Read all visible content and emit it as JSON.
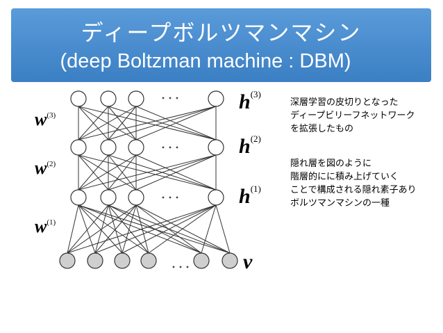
{
  "slide": {
    "title_jp": "ディープボルツマンマシン",
    "title_en": "(deep Boltzman machine : DBM)"
  },
  "diagram": {
    "weights": [
      {
        "base": "w",
        "sup": "(3)"
      },
      {
        "base": "w",
        "sup": "(2)"
      },
      {
        "base": "w",
        "sup": "(1)"
      }
    ],
    "layers": [
      {
        "base": "h",
        "sup": "(3)"
      },
      {
        "base": "h",
        "sup": "(2)"
      },
      {
        "base": "h",
        "sup": "(1)"
      },
      {
        "base": "v",
        "sup": ""
      }
    ],
    "ellipsis": "· · ·"
  },
  "notes": {
    "block1": [
      "深層学習の皮切りとなった",
      "ディープビリーフネットワーク",
      "を拡張したもの"
    ],
    "block2": [
      "隠れ層を図のように",
      "階層的にに積み上げていく",
      "ことで構成される隠れ素子あり",
      "ボルツマンマシンの一種"
    ]
  }
}
